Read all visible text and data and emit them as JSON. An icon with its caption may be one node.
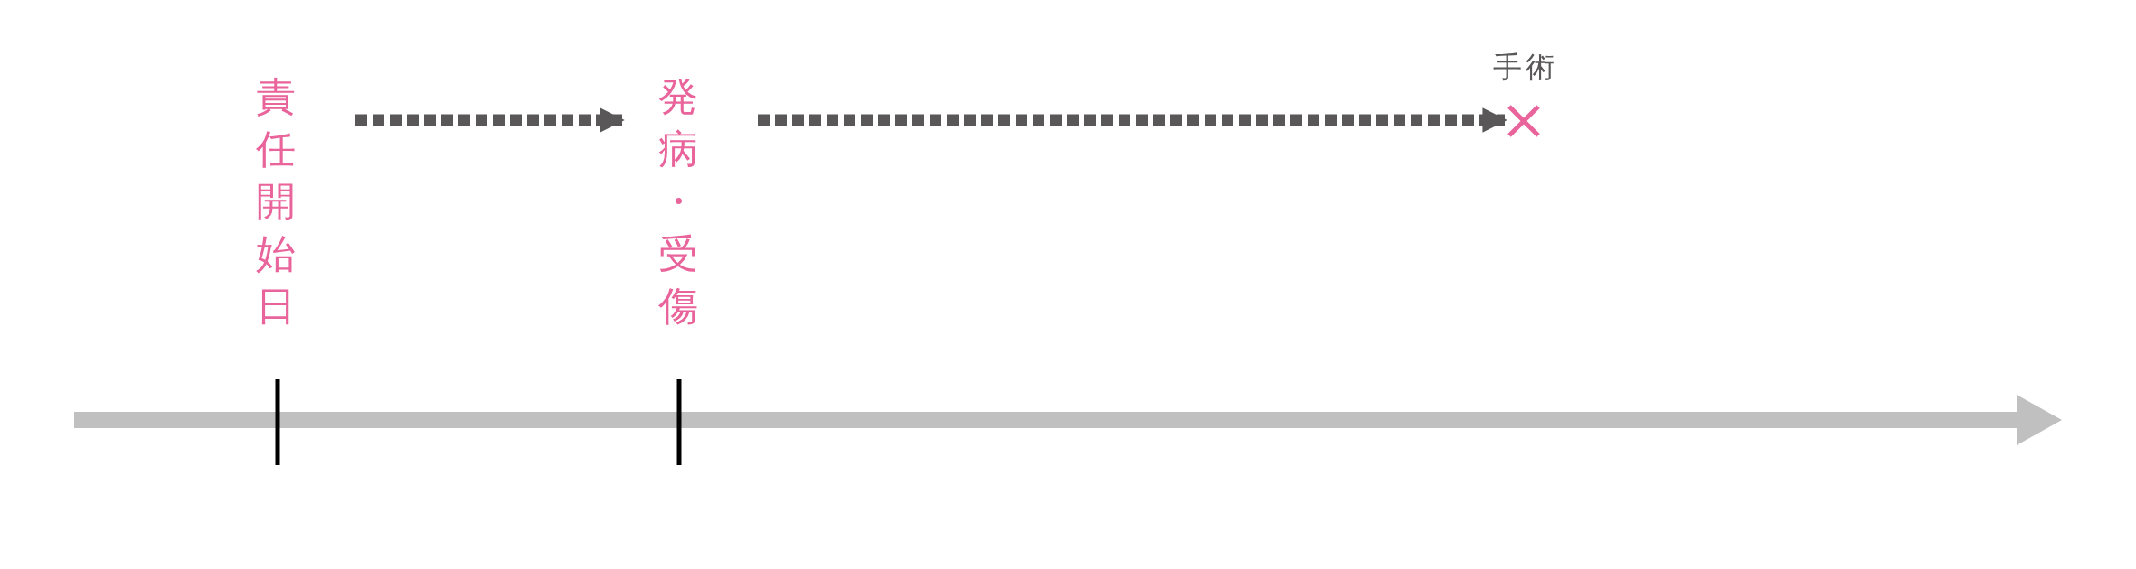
{
  "diagram": {
    "nodes": [
      {
        "text": [
          "責任開始日"
        ]
      },
      {
        "text": [
          "発病・受傷"
        ]
      },
      {
        "text": [],
        "shape": "cross",
        "beside": [
          "手術"
        ]
      }
    ],
    "edges": [
      {
        "from": 0,
        "to": 1,
        "arrow": "to",
        "style": "dashed"
      },
      {
        "from": 1,
        "to": 2,
        "arrow": "to",
        "style": "dashed"
      }
    ]
  }
}
